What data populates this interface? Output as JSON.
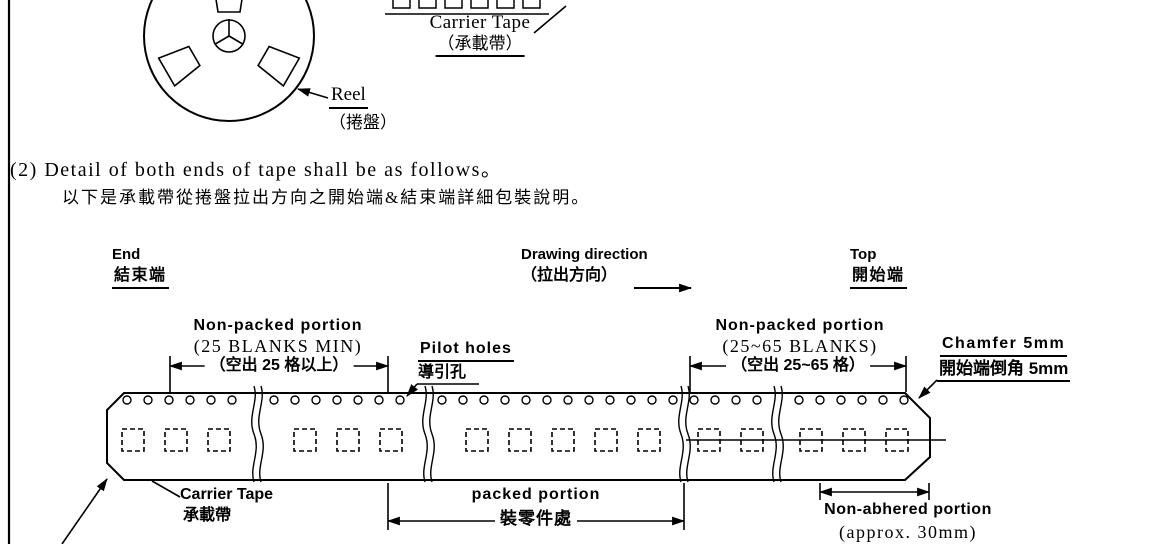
{
  "colors": {
    "ink": "#000000",
    "paper": "#ffffff"
  },
  "reel_section": {
    "carrier_tape_label": "Carrier Tape",
    "carrier_tape_label_zh": "（承載帶）",
    "reel_label": "Reel",
    "reel_label_zh": "（捲盤）"
  },
  "heading": {
    "line_en": "(2) Detail of both ends of tape shall be as follows。",
    "line_zh": "以下是承載帶從捲盤拉出方向之開始端&結束端詳細包裝說明。"
  },
  "direction_labels": {
    "end_en": "End",
    "end_zh": "結束端",
    "drawing_en": "Drawing direction",
    "drawing_zh": "（拉出方向）",
    "top_en": "Top",
    "top_zh": "開始端"
  },
  "annotations": {
    "left_nonpacked_title": "Non-packed portion",
    "left_nonpacked_sub": "(25 BLANKS MIN)",
    "left_nonpacked_dim": "（空出 25 格以上）",
    "pilot_holes_title": "Pilot holes",
    "pilot_holes_zh": "導引孔",
    "right_nonpacked_title": "Non-packed portion",
    "right_nonpacked_sub": "(25~65 BLANKS)",
    "right_nonpacked_dim": "（空出 25~65 格）",
    "chamfer_title": "Chamfer 5mm",
    "chamfer_zh": "開始端倒角 5mm",
    "carrier_tape_title": "Carrier Tape",
    "carrier_tape_zh": "承載帶",
    "packed_title": "packed portion",
    "packed_zh": "裝零件處",
    "non_abhered_title": "Non-abhered portion",
    "non_abhered_sub": "(approx. 30mm)"
  }
}
